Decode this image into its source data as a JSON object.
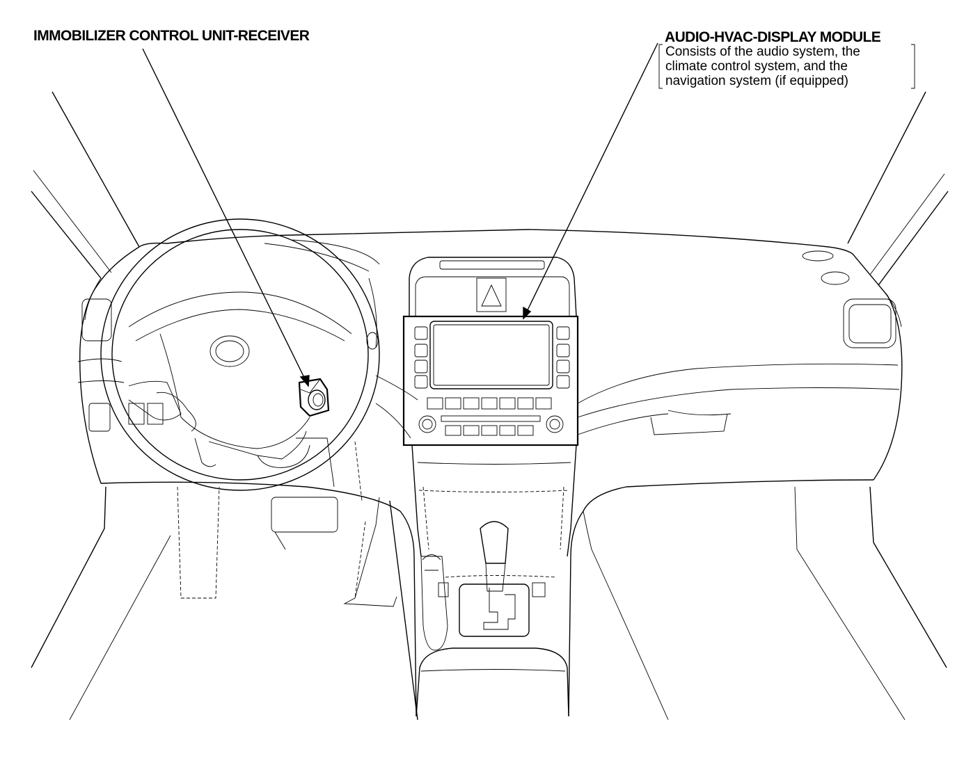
{
  "labels": {
    "immobilizer": "IMMOBILIZER CONTROL UNIT-RECEIVER",
    "audio_module": "AUDIO-HVAC-DISPLAY MODULE",
    "audio_note": [
      "Consists of the audio system, the",
      "climate control system, and the",
      "navigation system (if equipped)"
    ]
  }
}
